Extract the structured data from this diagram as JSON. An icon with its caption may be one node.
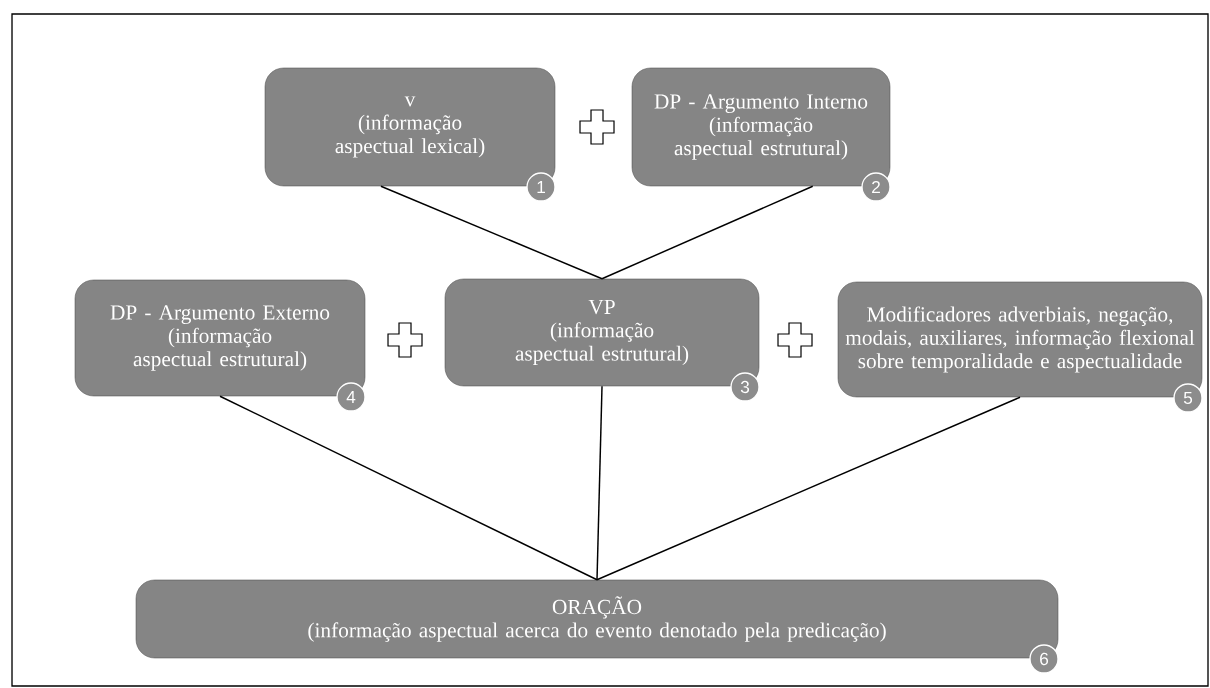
{
  "diagram": {
    "nodes": [
      {
        "text": [
          "v",
          "(informação aspectual lexical)"
        ],
        "beside": [
          "1"
        ]
      },
      {
        "text": [
          "DP - Argumento Interno",
          "(informação aspectual estrutural)"
        ],
        "beside": [
          "2"
        ]
      },
      {
        "text": [
          "DP - Argumento Externo",
          "(informação aspectual estrutural)"
        ],
        "beside": [
          "4"
        ]
      },
      {
        "text": [
          "VP",
          "(informação aspectual estrutural)"
        ],
        "beside": [
          "3"
        ]
      },
      {
        "text": [
          "Modificadores adverbiais, negação, modais, auxiliares, informação flexional sobre temporalidade e aspectualidade"
        ],
        "beside": [
          "5"
        ]
      },
      {
        "text": [
          "ORAÇÃO",
          "(informação aspectual acerca do evento denotado pela predicação)"
        ],
        "beside": [
          "6"
        ]
      }
    ],
    "edges": [
      {
        "from": 0,
        "to": 3,
        "arrow": "none"
      },
      {
        "from": 1,
        "to": 3,
        "arrow": "none"
      },
      {
        "from": 2,
        "to": 5,
        "arrow": "none"
      },
      {
        "from": 3,
        "to": 5,
        "arrow": "none"
      },
      {
        "from": 4,
        "to": 5,
        "arrow": "none"
      }
    ]
  }
}
